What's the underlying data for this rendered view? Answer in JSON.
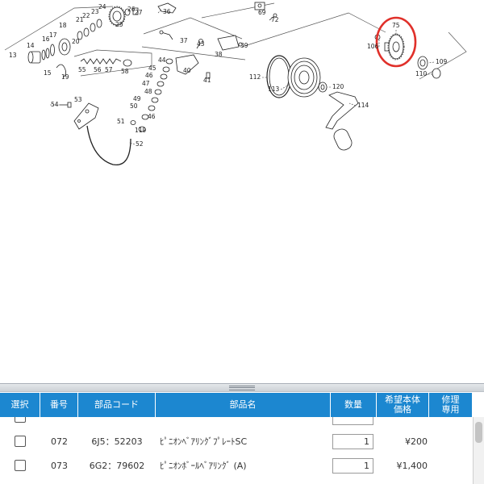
{
  "diagram": {
    "labels": [
      "13",
      "14",
      "15",
      "16",
      "17",
      "18",
      "19",
      "20",
      "21",
      "22",
      "23",
      "24",
      "25",
      "26",
      "27",
      "36",
      "37",
      "38",
      "39",
      "40",
      "41",
      "43",
      "44",
      "45",
      "46",
      "47",
      "48",
      "49",
      "50",
      "46",
      "51",
      "119",
      "52",
      "53",
      "54",
      "55",
      "56",
      "57",
      "58",
      "69",
      "72",
      "75",
      "106",
      "109",
      "110",
      "112",
      "113",
      "114",
      "120"
    ],
    "highlight_color": "#e0302a",
    "line_color": "#222222"
  },
  "table": {
    "header_color": "#1c87d0",
    "header": {
      "select": "選択",
      "number": "番号",
      "code": "部品コード",
      "name": "部品名",
      "qty": "数量",
      "price_1": "希望本体",
      "price_2": "価格",
      "repair_1": "修理",
      "repair_2": "専用"
    },
    "rows": [
      {
        "number": "072",
        "code": "6J5：52203",
        "name": "ﾋﾟﾆｵﾝﾍﾞｱﾘﾝｸﾞﾌﾟﾚｰﾄSC",
        "qty": "1",
        "price": "¥200",
        "selected": false
      },
      {
        "number": "073",
        "code": "6G2：79602",
        "name": "ﾋﾟﾆｵﾝﾎﾞｰﾙﾍﾞｱﾘﾝｸﾞ (A)",
        "qty": "1",
        "price": "¥1,400",
        "selected": false
      }
    ]
  }
}
